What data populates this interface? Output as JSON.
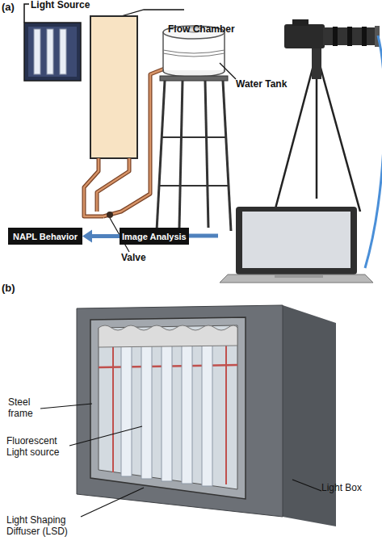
{
  "diagram": {
    "nodes": [
      {
        "text": [
          "NAPL Behavior"
        ]
      },
      {
        "text": [
          "Image Analysis"
        ]
      }
    ],
    "edges": [
      {
        "from": 1,
        "to": 0,
        "arrow": "to"
      }
    ],
    "labels": [
      "(a)",
      "Light Source",
      "Flow Chamber",
      "Water Tank",
      "Valve",
      "(b)",
      "Steel frame",
      "Fluorescent Light source",
      "Light Shaping Diffuser (LSD)",
      "Light Box"
    ]
  }
}
